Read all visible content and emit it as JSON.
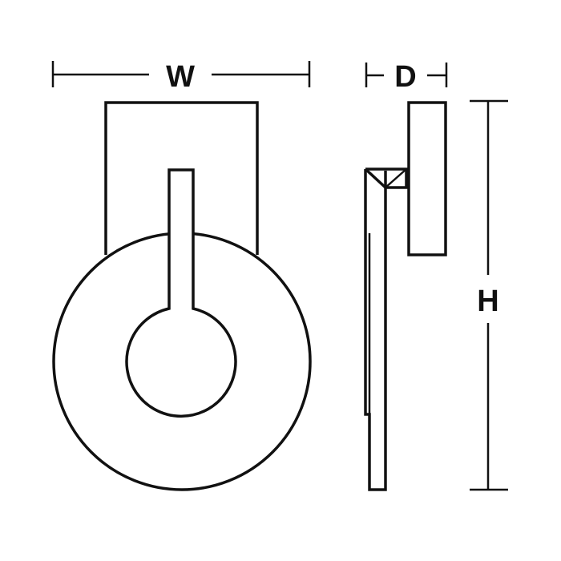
{
  "dimensions": {
    "width_label": "W",
    "depth_label": "D",
    "height_label": "H"
  },
  "colors": {
    "line": "#111111",
    "background": "#ffffff"
  }
}
